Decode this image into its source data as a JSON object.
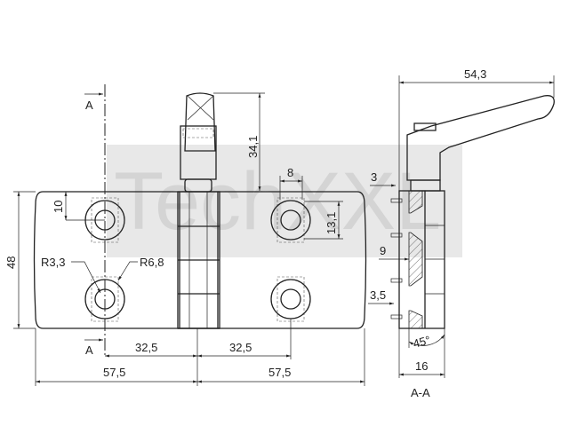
{
  "watermark": "TechXXL",
  "section_marks": {
    "top": "A",
    "bottom": "A"
  },
  "front_view": {
    "dims": {
      "height_handle": "34,1",
      "slot_width": "8",
      "slot_length": "13,1",
      "hole_offset": "10",
      "plate_height": "48",
      "radius_inner": "R3,3",
      "radius_outer": "R6,8",
      "hole_spacing_left": "32,5",
      "hole_spacing_right": "32,5",
      "half_width_left": "57,5",
      "half_width_right": "57,5"
    }
  },
  "section_view": {
    "title": "A-A",
    "dims": {
      "handle_length": "54,3",
      "offset_top": "3",
      "thickness_mid": "9",
      "offset_bottom": "3,5",
      "angle": "45°",
      "depth": "16"
    }
  }
}
